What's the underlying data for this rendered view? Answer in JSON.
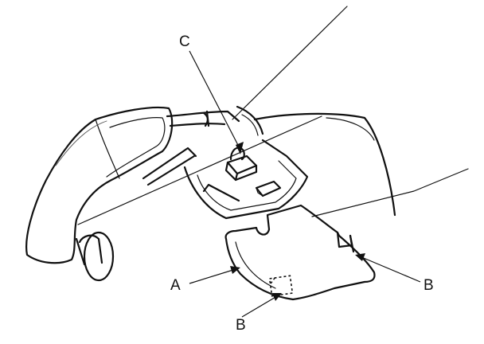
{
  "diagram": {
    "labels": {
      "cover": "A",
      "tab_right": "B",
      "tab_bottom": "B",
      "connector": "C"
    }
  }
}
